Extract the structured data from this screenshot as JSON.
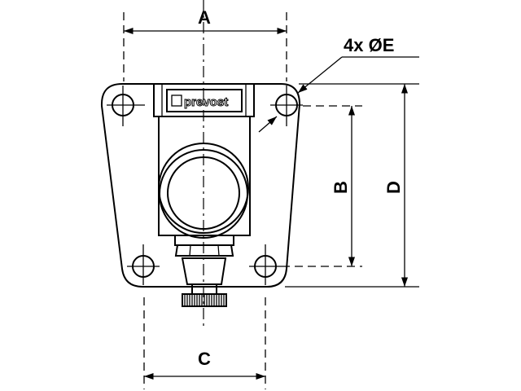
{
  "diagram": {
    "dimensions": {
      "a": "A",
      "b": "B",
      "c": "C",
      "d": "D",
      "e": "4x ØE"
    },
    "logo_text": "prevost"
  }
}
